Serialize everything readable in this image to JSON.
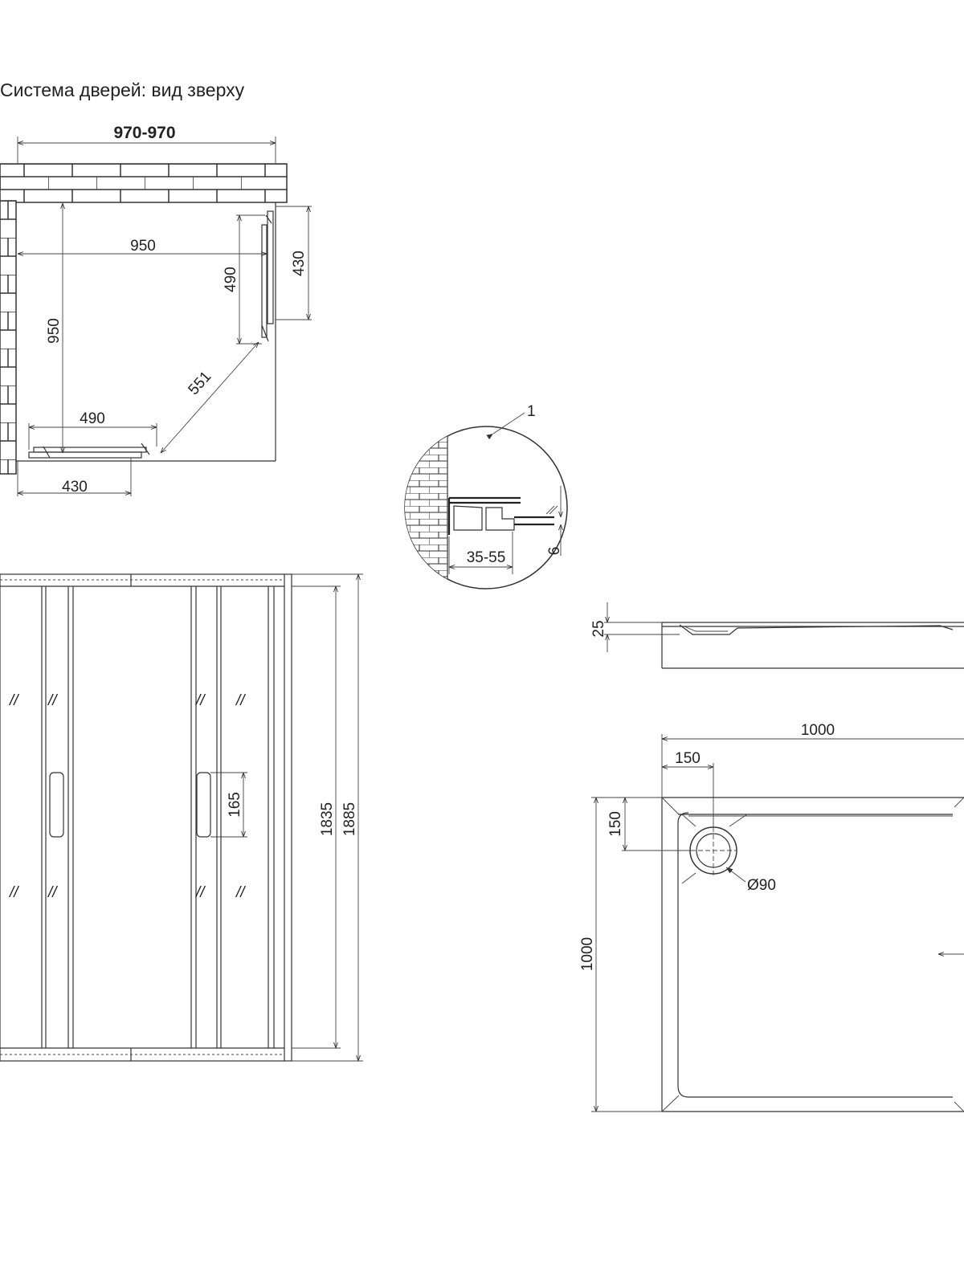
{
  "title": "Система дверей: вид зверху",
  "top_view": {
    "overall_width": "970-970",
    "inner_width": "950",
    "inner_depth": "950",
    "right_fixed_panel": "430",
    "right_door_span": "490",
    "diagonal_opening": "551",
    "bottom_door_span": "490",
    "bottom_fixed_panel": "430"
  },
  "detail": {
    "callout": "1",
    "profile_range": "35-55",
    "glass_thickness": "6"
  },
  "front_view": {
    "handle_height": "165",
    "door_height": "1835",
    "overall_height": "1885",
    "glass_marks": "//"
  },
  "tray_side": {
    "tray_height": "25"
  },
  "tray_top": {
    "tray_width": "1000",
    "tray_depth": "1000",
    "drain_offset_x": "150",
    "drain_offset_y": "150",
    "drain_diameter": "Ø90"
  }
}
